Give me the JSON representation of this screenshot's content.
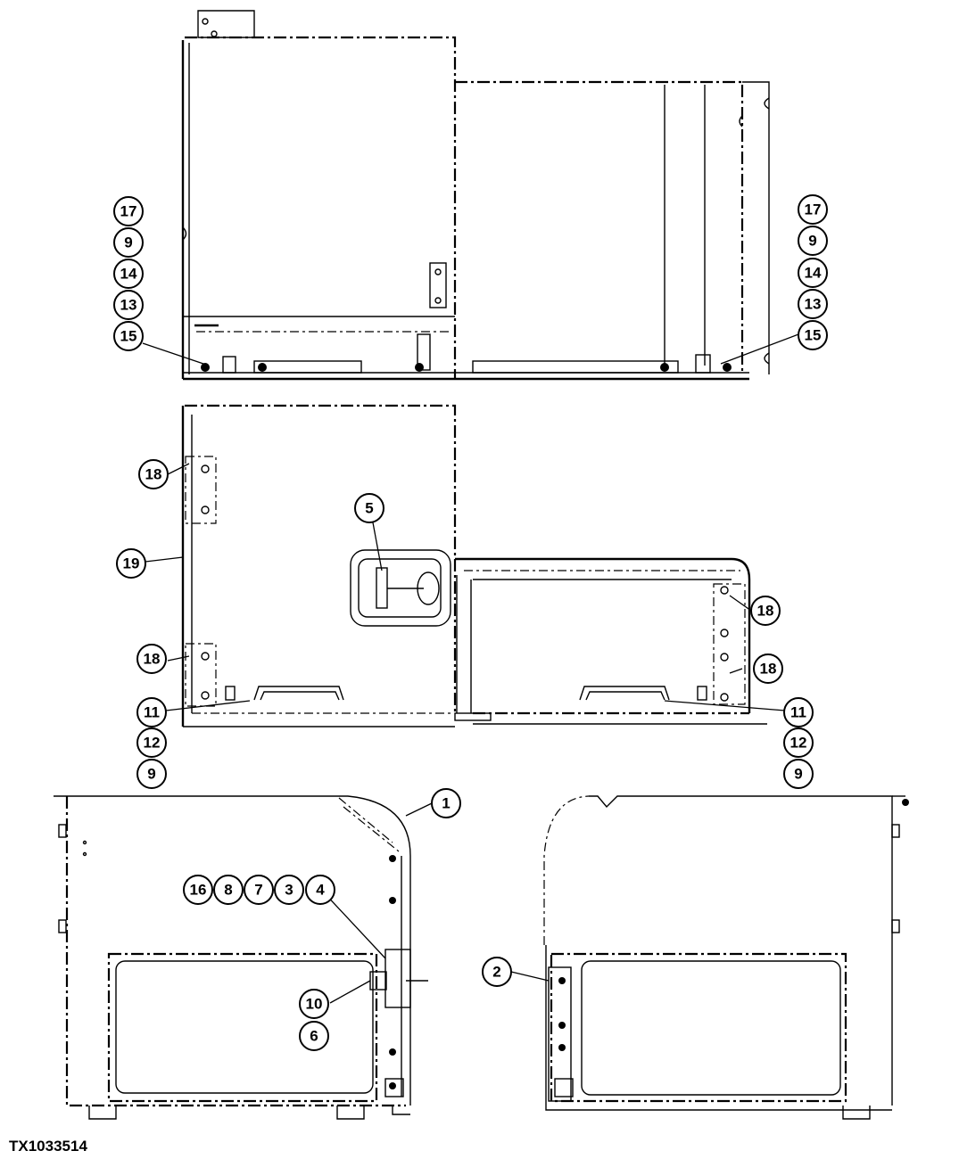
{
  "figure_id": "TX1033514",
  "callouts": {
    "c1": "1",
    "c2": "2",
    "c3": "3",
    "c4": "4",
    "c5": "5",
    "c6": "6",
    "c7": "7",
    "c8": "8",
    "c9a": "9",
    "c9b": "9",
    "c9c": "9",
    "c9d": "9",
    "c10": "10",
    "c11a": "11",
    "c11b": "11",
    "c12a": "12",
    "c12b": "12",
    "c13a": "13",
    "c13b": "13",
    "c14a": "14",
    "c14b": "14",
    "c15a": "15",
    "c15b": "15",
    "c16": "16",
    "c17a": "17",
    "c17b": "17",
    "c18a": "18",
    "c18b": "18",
    "c18c": "18",
    "c18d": "18",
    "c19": "19"
  }
}
